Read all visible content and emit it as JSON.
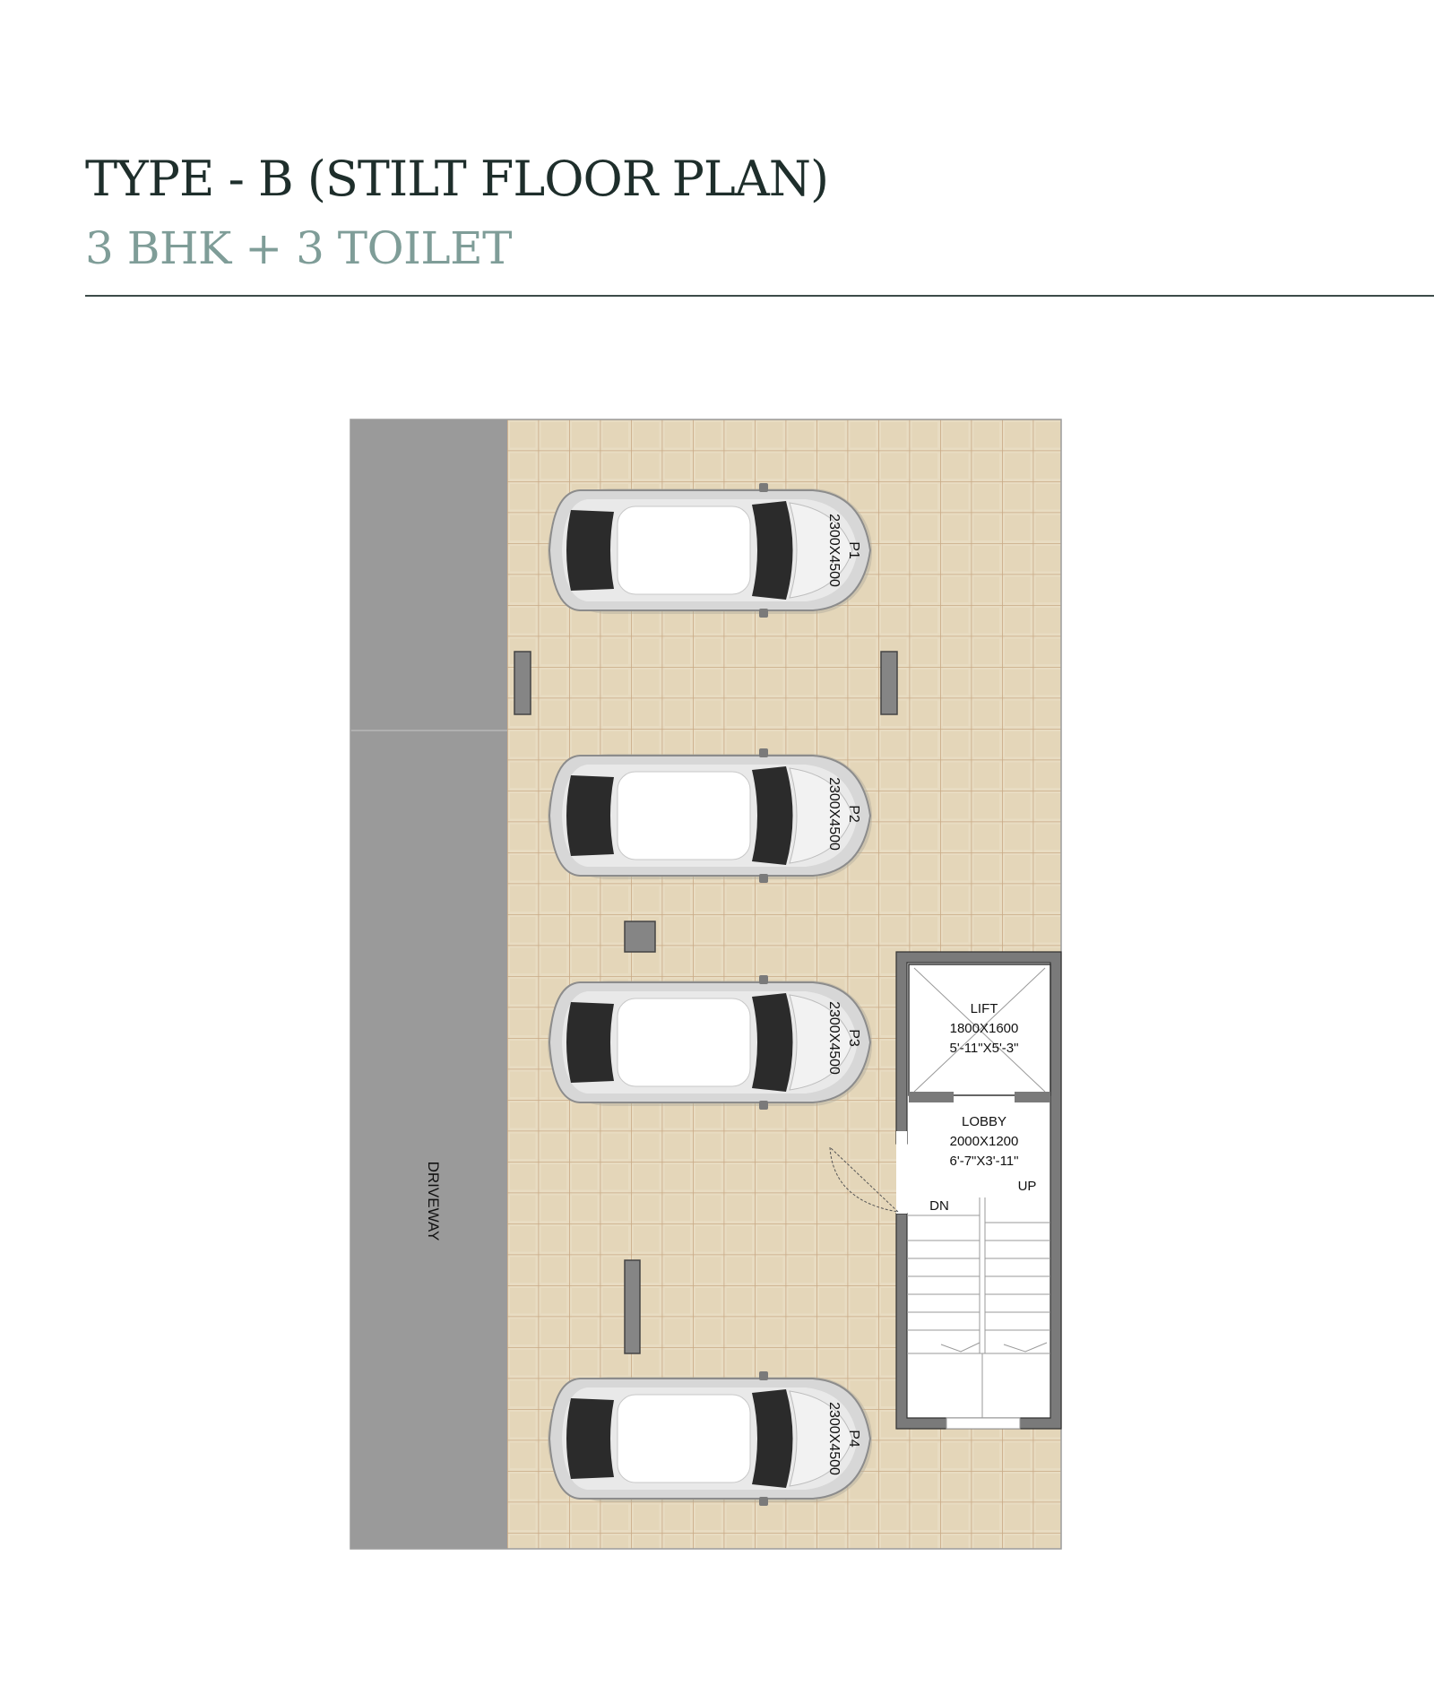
{
  "header": {
    "title": "TYPE - B (STILT FLOOR PLAN)",
    "subtitle": "3 BHK + 3 TOILET"
  },
  "plan": {
    "driveway_label": "DRIVEWAY",
    "parking": [
      {
        "label": "P1",
        "size": "2300X4500"
      },
      {
        "label": "P2",
        "size": "2300X4500"
      },
      {
        "label": "P3",
        "size": "2300X4500"
      },
      {
        "label": "P4",
        "size": "2300X4500"
      }
    ],
    "lift": {
      "label": "LIFT",
      "size_mm": "1800X1600",
      "size_ft": "5'-11\"X5'-3\""
    },
    "lobby": {
      "label": "LOBBY",
      "size_mm": "2000X1200",
      "size_ft": "6'-7\"X3'-11\""
    },
    "stairs": {
      "down_label": "DN",
      "up_label": "UP"
    },
    "colors": {
      "driveway": "#9a9a9a",
      "floor_tile": "#e6d8bd",
      "tile_grid": "#c9a985",
      "wall": "#7a7a7a",
      "column": "#858585"
    }
  }
}
